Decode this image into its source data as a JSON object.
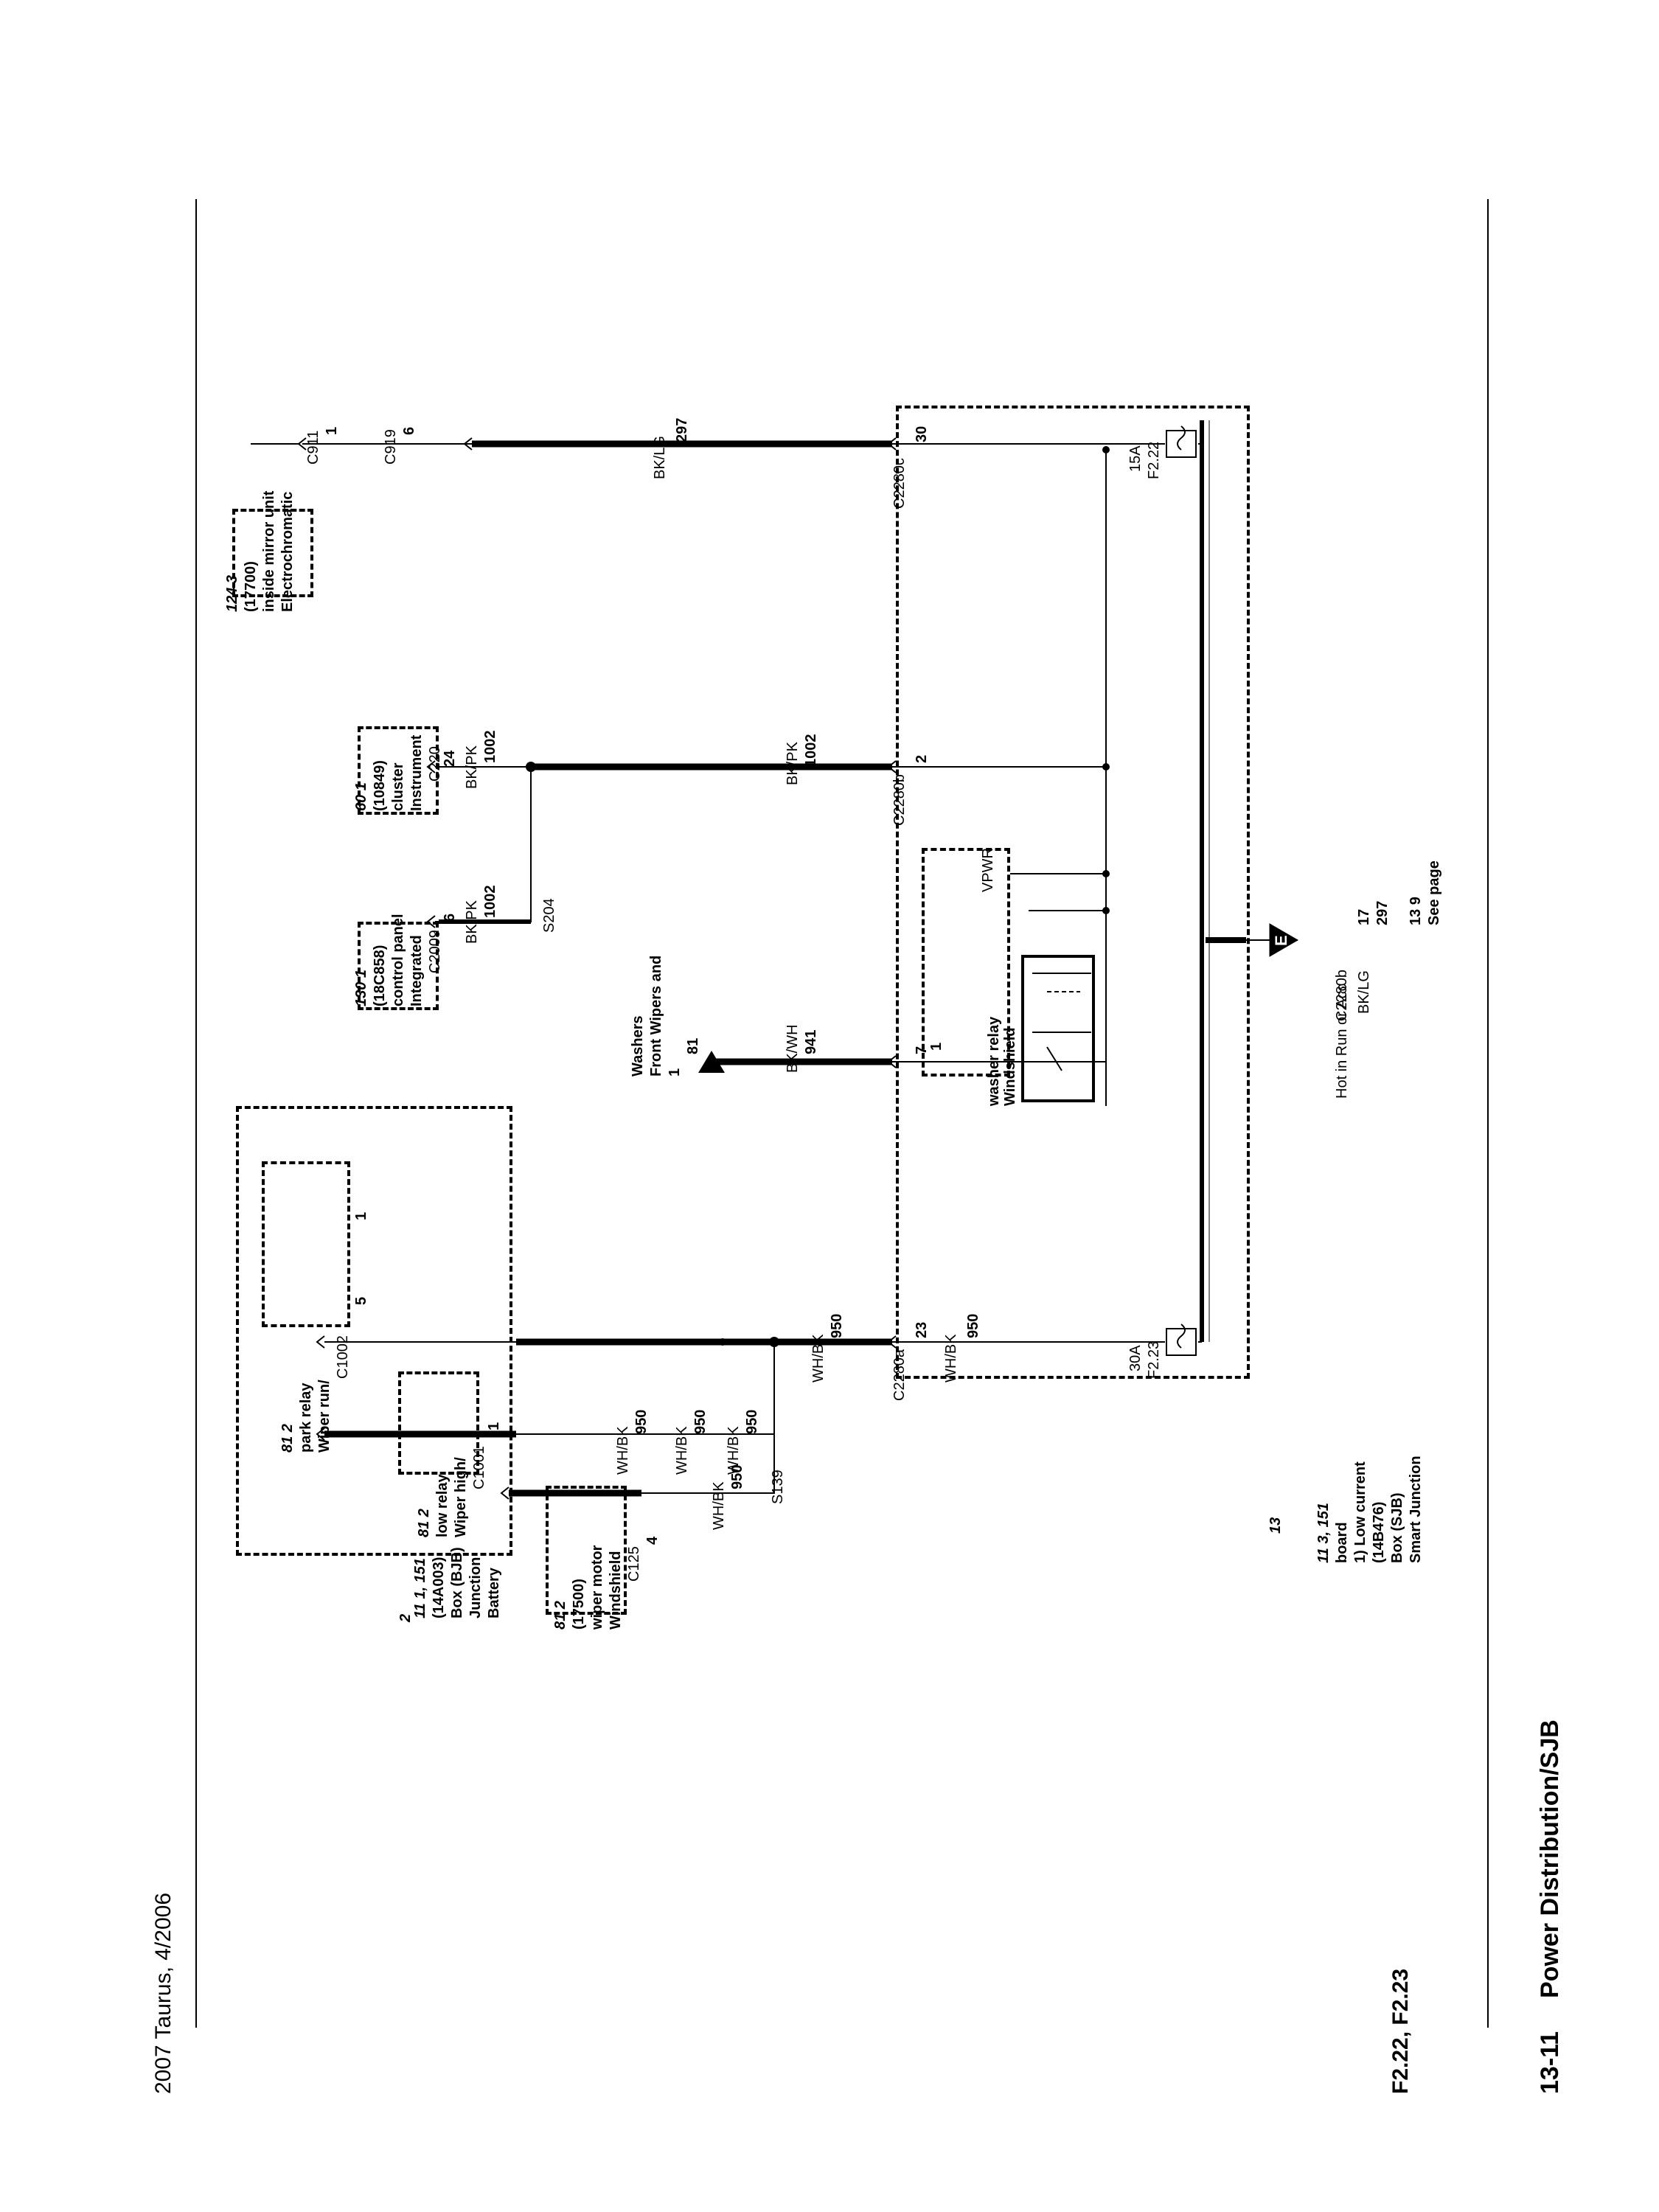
{
  "header": {
    "page_number": "13-11",
    "title": "Power Distribution/SJB",
    "subtitle": "F2.22, F2.23",
    "footer": "2007 Taurus, 4/2006"
  },
  "feed": {
    "see_page": "See page",
    "pages": "13    9",
    "marker": "E",
    "circuit": "297",
    "color": "BK/LG",
    "pin": "17",
    "connector": "C2280b",
    "note": "Hot in Run or Acc"
  },
  "sjb": {
    "l1": "Smart Junction",
    "l2": "Box (SJB)",
    "l3": "(14B476)",
    "l4": "1)  Low current",
    "l5": "board",
    "ref": "11      3, 151",
    "note_ref": "13"
  },
  "fuses": [
    {
      "id": "F2.22",
      "rating": "15A"
    },
    {
      "id": "F2.23",
      "rating": "30A"
    }
  ],
  "relay": {
    "vpwr": "VPWR",
    "name1": "Windshield",
    "name2": "washer relay",
    "pin": "1"
  },
  "wires": {
    "w1": {
      "pin": "30",
      "connector": "C2280c",
      "circuit": "297",
      "color": "BK/LG"
    },
    "w2": {
      "pin": "2",
      "connector": "C2280b",
      "circuit": "1002",
      "color": "BK/PK"
    },
    "w3": {
      "pin": "7",
      "circuit": "941",
      "color": "BK/WH"
    },
    "w4": {
      "pin": "23",
      "connector": "C2280a",
      "circuit": "950",
      "color": "WH/BK"
    },
    "w5": {
      "circuit": "950",
      "color": "WH/BK"
    },
    "w6": {
      "circuit": "950",
      "color": "WH/BK"
    },
    "w7": {
      "circuit": "950",
      "color": "WH/BK"
    },
    "w8": {
      "circuit": "950",
      "color": "WH/BK"
    },
    "w9": {
      "circuit": "950",
      "color": "WH/BK"
    },
    "w10": {
      "circuit": "1002",
      "color": "BK/PK"
    },
    "w11": {
      "circuit": "1002",
      "color": "BK/PK"
    }
  },
  "splices": {
    "s204": "S204",
    "s139": "S139"
  },
  "front_wipers": {
    "circuit": "81",
    "pin": "1",
    "l1": "Front Wipers and",
    "l2": "Washers"
  },
  "mirror": {
    "c919_pin": "6",
    "c919": "C919",
    "pin": "1",
    "connector": "C911",
    "l1": "Electrochromatic",
    "l2": "inside mirror unit",
    "l3": "(17700)",
    "ref": "124  3"
  },
  "cluster": {
    "pin": "24",
    "connector": "C220",
    "l1": "Instrument",
    "l2": "cluster",
    "l3": "(10849)",
    "ref": "60      1"
  },
  "icp": {
    "pin": "6",
    "connector": "C2009",
    "l1": "Integrated",
    "l2": "control panel",
    "l3": "(18C858)",
    "ref": "130     1"
  },
  "bjb": {
    "l1": "Battery",
    "l2": "Junction",
    "l3": "Box (BJB)",
    "l4": "(14A003)",
    "ref": "11      1, 151",
    "note_ref": "2"
  },
  "run_park": {
    "pin1": "1",
    "pin5": "5",
    "connector": "C1002",
    "l1": "Wiper run/",
    "l2": "park relay",
    "ref": "81      2"
  },
  "high_low": {
    "pin": "1",
    "connector": "C1001",
    "l1": "Wiper high/",
    "l2": "low relay",
    "ref": "81      2"
  },
  "motor": {
    "pin": "4",
    "connector": "C125",
    "l1": "Windshield",
    "l2": "wiper motor",
    "l3": "(17500)",
    "ref": "81      2"
  }
}
